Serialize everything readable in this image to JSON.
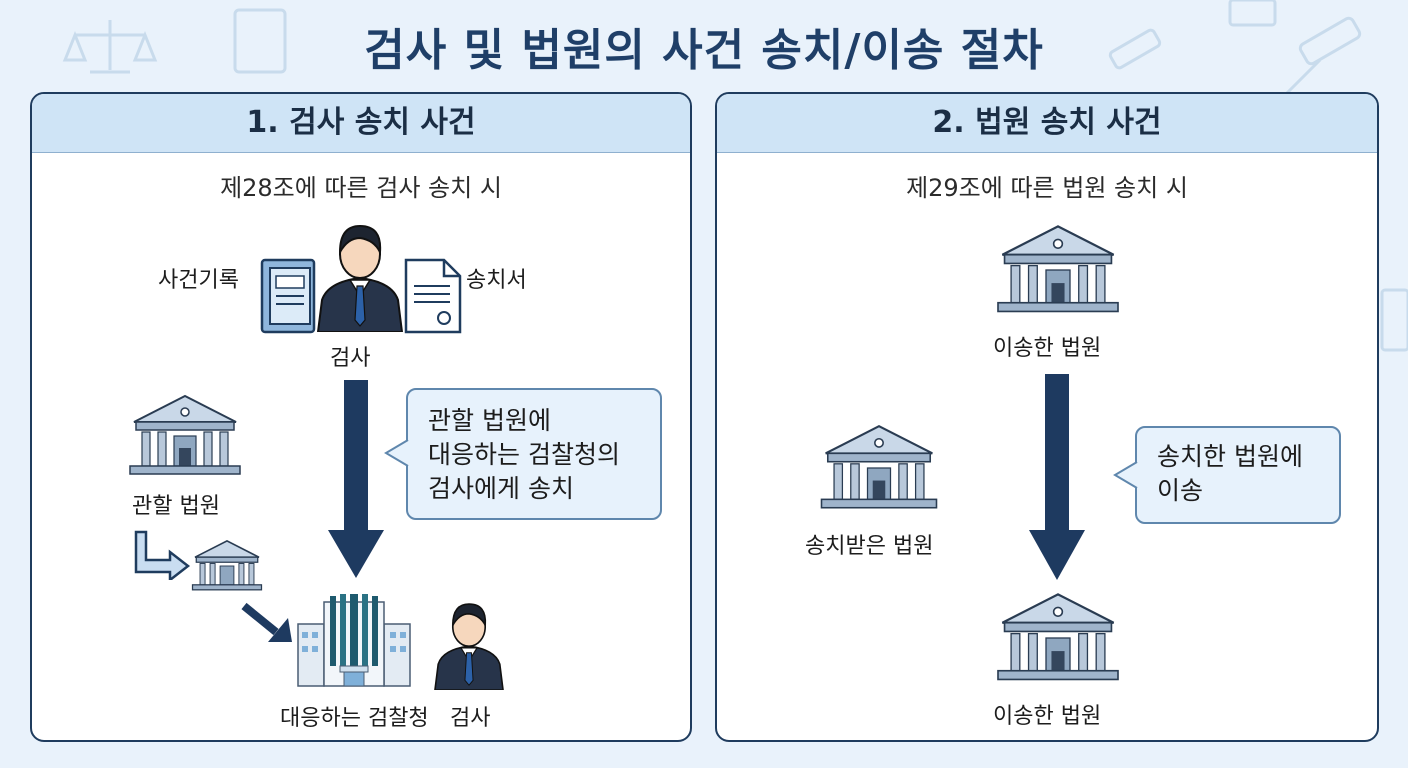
{
  "title": "검사 및 법원의 사건 송치/이송 절차",
  "left": {
    "heading": "1. 검사 송치 사건",
    "subtitle": "제28조에 따른 검사 송치 시",
    "labels": {
      "case_record": "사건기록",
      "transfer_doc": "송치서",
      "prosecutor": "검사",
      "jurisdiction_court": "관할 법원",
      "prosecution_office": "대응하는 검찰청",
      "prosecutor_bottom": "검사"
    },
    "bubble_lines": [
      "관할 법원에",
      "대응하는 검찰청의",
      "검사에게 송치"
    ]
  },
  "right": {
    "heading": "2. 법원 송치 사건",
    "subtitle": "제29조에 따른 법원 송치 시",
    "labels": {
      "transferring_court_top": "이송한 법원",
      "receiving_court": "송치받은 법원",
      "transferring_court_bottom": "이송한 법원"
    },
    "bubble_lines": [
      "송치한 법원에",
      "이송"
    ]
  },
  "icons": [
    "person-icon",
    "document-icon",
    "file-icon",
    "court-building-icon",
    "prosecution-office-icon",
    "down-arrow-icon",
    "elbow-arrow-icon"
  ],
  "colors": {
    "navy": "#1f3c5e",
    "arrow": "#1e3a60",
    "header_bg": "#cfe4f6",
    "bubble_bg": "#e7f2fc",
    "page_bg": "#e9f2fb"
  }
}
